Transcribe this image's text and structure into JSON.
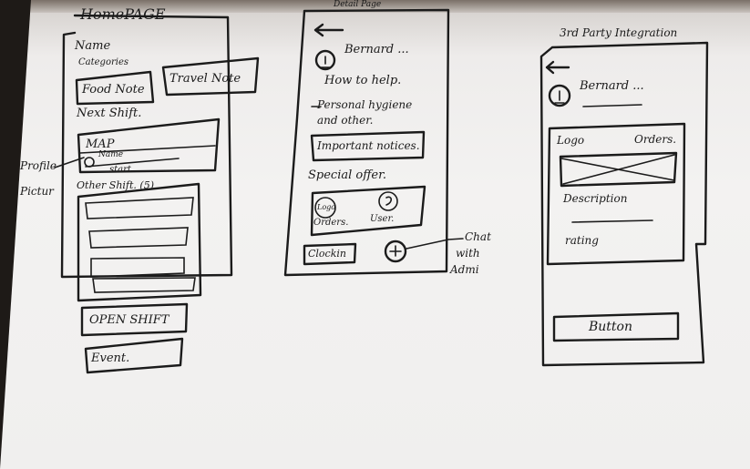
{
  "homepage": {
    "title": "HomePAGE",
    "name_label": "Name",
    "category_label": "Categories",
    "food_button": "Food Note",
    "travel_button": "Travel Note",
    "next_shift_label": "Next Shift.",
    "map_label": "MAP",
    "map_name": "Name",
    "map_start": "start",
    "other_shifts_label": "Other Shift. (5)",
    "open_shift_button": "OPEN SHIFT",
    "event_button": "Event."
  },
  "annotations": {
    "profile_picture": "Profile",
    "profile_picture_line2": "Pictur",
    "chat_with": "Chat",
    "chat_with_line2": "with",
    "chat_admin": "Admi"
  },
  "detail_page": {
    "title": "Detail Page",
    "user_name": "Bernard ...",
    "how_to_help": "How to help.",
    "hygiene_line1": "Personal hygiene",
    "hygiene_line2": "and other.",
    "notices_button": "Important notices.",
    "special_offer": "Special offer.",
    "logo_badge": "Logo",
    "orders_label": "Orders.",
    "users_label": "User.",
    "clockin_button": "Clockin"
  },
  "integration_page": {
    "title": "3rd Party Integration",
    "user_name": "Bernard ...",
    "logo_label": "Logo",
    "orders_label": "Orders.",
    "description_label": "Description",
    "rating_label": "rating",
    "button_label": "Button"
  }
}
